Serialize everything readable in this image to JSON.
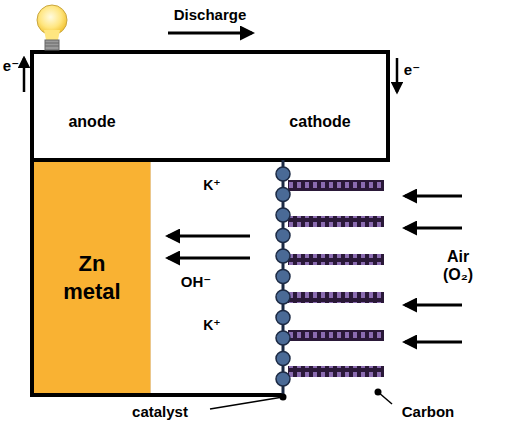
{
  "diagram": {
    "nodes": [
      {
        "text": [
          "Zn metal"
        ]
      }
    ],
    "labels": [
      "Discharge",
      "e⁻",
      "e⁻",
      "anode",
      "cathode",
      "K⁺",
      "OH⁻",
      "K⁺",
      "Air (O₂)",
      "catalyst",
      "Carbon"
    ]
  }
}
